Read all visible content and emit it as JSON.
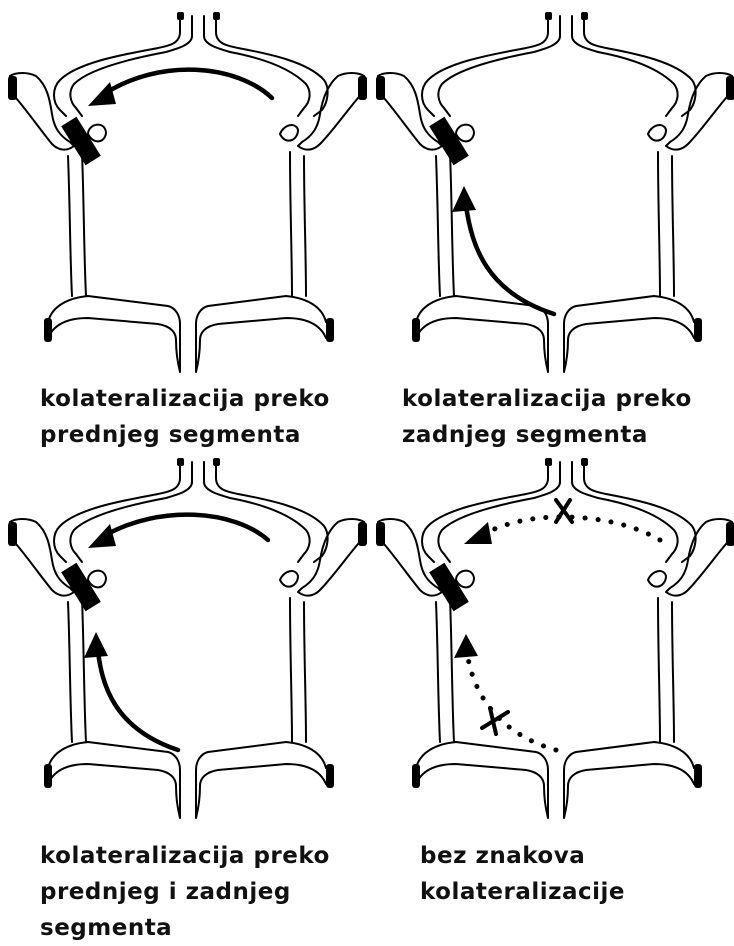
{
  "figure": {
    "panels": [
      {
        "id": "anterior",
        "caption": "kolateralizacija preko\nprednjeg segmenta",
        "flows": [
          "anterior"
        ],
        "occluded": false
      },
      {
        "id": "posterior",
        "caption": "kolateralizacija preko\nzadnjeg segmenta",
        "flows": [
          "posterior"
        ],
        "occluded": false
      },
      {
        "id": "both",
        "caption": "kolateralizacija preko\nprednjeg i zadnjeg\nsegmenta",
        "flows": [
          "anterior",
          "posterior"
        ],
        "occluded": false
      },
      {
        "id": "none",
        "caption": "bez znakova\nkolateralizacije",
        "flows": [
          "anterior",
          "posterior"
        ],
        "occluded": true
      }
    ]
  }
}
